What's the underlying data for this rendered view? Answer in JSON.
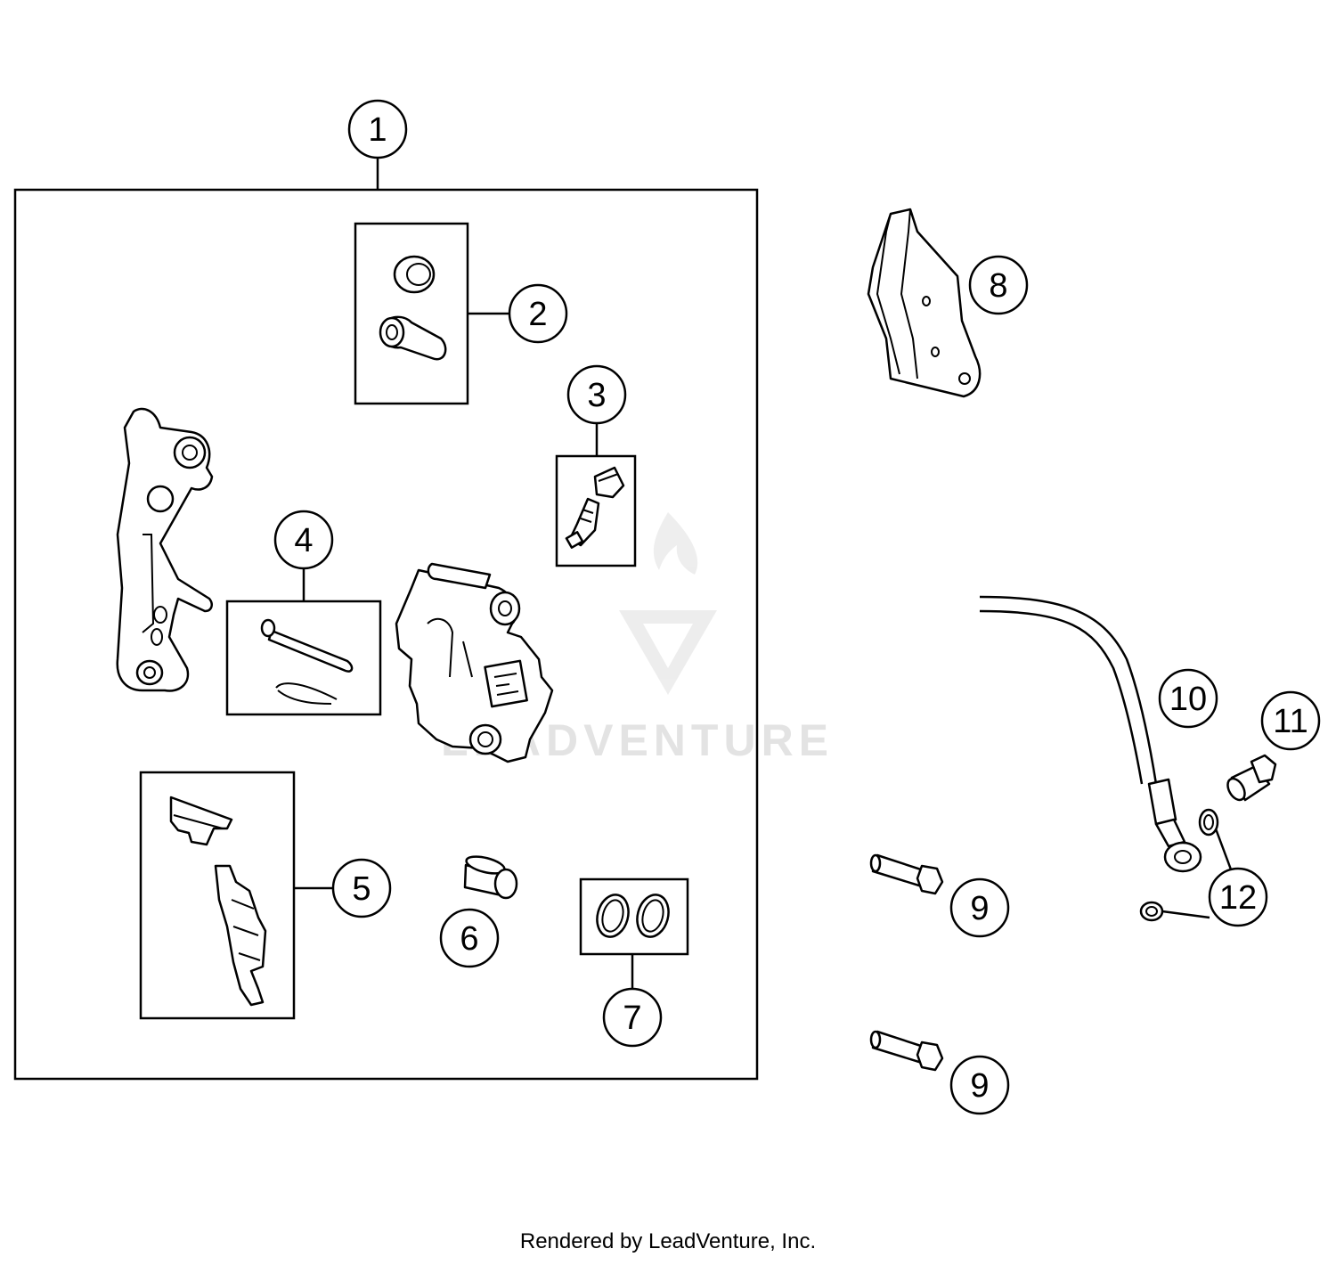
{
  "diagram": {
    "callouts": [
      "1",
      "2",
      "3",
      "4",
      "5",
      "6",
      "7",
      "8",
      "9",
      "9",
      "10",
      "11",
      "12"
    ],
    "watermark": "LEADVENTURE",
    "footer": "Rendered by LeadVenture, Inc."
  }
}
